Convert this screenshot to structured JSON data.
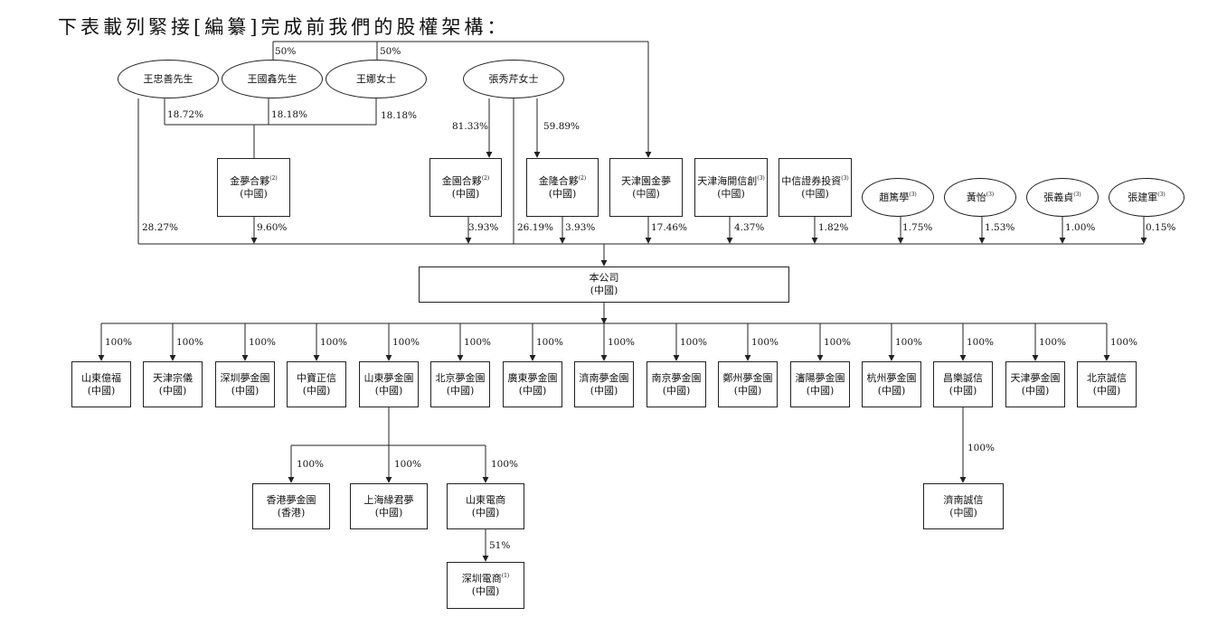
{
  "heading": "下表載列緊接[編纂]完成前我們的股權架構：",
  "shareholders": {
    "wang_zhongshan": "王忠善先生",
    "wang_guoxin": "王國鑫先生",
    "wang_na": "王娜女士",
    "zhang_xiuqin": "張秀芹女士",
    "jinmeng": {
      "name": "金夢合夥",
      "note": "(2)",
      "loc": "(中國)"
    },
    "jinyuan": {
      "name": "金園合夥",
      "note": "(2)",
      "loc": "(中國)"
    },
    "jinlong": {
      "name": "金隆合夥",
      "note": "(2)",
      "loc": "(中國)"
    },
    "tianjin_yuan_jinmeng": {
      "name": "天津園金夢",
      "loc": "(中國)"
    },
    "tianjin_haikai": {
      "name": "天津海開信創",
      "note": "(3)",
      "loc": "(中國)"
    },
    "citic_sec": {
      "name": "中信證券投資",
      "note": "(3)",
      "loc": "(中國)"
    },
    "zhao_duxue": {
      "name": "趙篤學",
      "note": "(3)"
    },
    "huang_yi": {
      "name": "黃怡",
      "note": "(3)"
    },
    "zhang_yizhen": {
      "name": "張義貞",
      "note": "(3)"
    },
    "zhang_jianjun": {
      "name": "張建軍",
      "note": "(3)"
    }
  },
  "company": {
    "name": "本公司",
    "loc": "(中國)"
  },
  "subsidiaries": [
    {
      "name": "山東億福",
      "loc": "(中國)",
      "pct": "100%"
    },
    {
      "name": "天津宗儀",
      "loc": "(中國)",
      "pct": "100%"
    },
    {
      "name": "深圳夢金園",
      "loc": "(中國)",
      "pct": "100%"
    },
    {
      "name": "中寶正信",
      "loc": "(中國)",
      "pct": "100%"
    },
    {
      "name": "山東夢金園",
      "loc": "(中國)",
      "pct": "100%"
    },
    {
      "name": "北京夢金園",
      "loc": "(中國)",
      "pct": "100%"
    },
    {
      "name": "廣東夢金園",
      "loc": "(中國)",
      "pct": "100%"
    },
    {
      "name": "濟南夢金園",
      "loc": "(中國)",
      "pct": "100%"
    },
    {
      "name": "南京夢金園",
      "loc": "(中國)",
      "pct": "100%"
    },
    {
      "name": "鄭州夢金園",
      "loc": "(中國)",
      "pct": "100%"
    },
    {
      "name": "瀋陽夢金園",
      "loc": "(中國)",
      "pct": "100%"
    },
    {
      "name": "杭州夢金園",
      "loc": "(中國)",
      "pct": "100%"
    },
    {
      "name": "昌樂誠信",
      "loc": "(中國)",
      "pct": "100%"
    },
    {
      "name": "天津夢金園",
      "loc": "(中國)",
      "pct": "100%"
    },
    {
      "name": "北京誠信",
      "loc": "(中國)",
      "pct": "100%"
    }
  ],
  "level3": {
    "hk_mengjinyuan": {
      "name": "香港夢金園",
      "loc": "(香港)",
      "pct": "100%"
    },
    "shanghai_yuanjunmeng": {
      "name": "上海緣君夢",
      "loc": "(中國)",
      "pct": "100%"
    },
    "shandong_dianshang": {
      "name": "山東電商",
      "loc": "(中國)",
      "pct": "100%"
    },
    "jinan_chengxin": {
      "name": "濟南誠信",
      "loc": "(中國)",
      "pct": "100%"
    },
    "shenzhen_dianshang": {
      "name": "深圳電商",
      "note": "(1)",
      "loc": "(中國)",
      "pct": "51%"
    }
  },
  "percentages": {
    "p_top_left": "50%",
    "p_top_right": "50%",
    "p_wzs_jm": "18.72%",
    "p_wgx_jm": "18.18%",
    "p_wn_jm": "18.18%",
    "p_zxq_jy": "81.33%",
    "p_zxq_jl": "59.89%",
    "p_wzs_co": "28.27%",
    "p_jm_co": "9.60%",
    "p_jy_co": "3.93%",
    "p_zxq_co": "26.19%",
    "p_jl_co": "3.93%",
    "p_tjy_co": "17.46%",
    "p_tjh_co": "4.37%",
    "p_citic_co": "1.82%",
    "p_zdx_co": "1.75%",
    "p_hy_co": "1.53%",
    "p_zyz_co": "1.00%",
    "p_zjj_co": "0.15%"
  }
}
